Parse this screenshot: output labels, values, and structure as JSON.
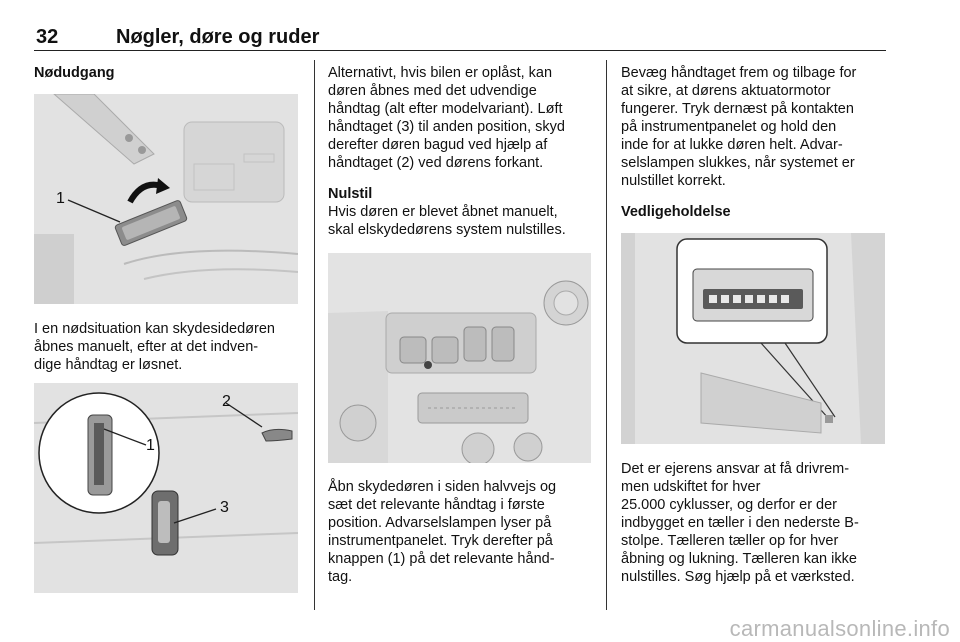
{
  "header": {
    "page_number": "32",
    "chapter_title": "Nøgler, døre og ruder"
  },
  "col1": {
    "heading": "Nødudgang",
    "fig1_callout": "1",
    "paragraph": [
      "I en nødsituation kan skydesidedøren",
      "åbnes manuelt, efter at det indven-",
      "dige håndtag er løsnet."
    ],
    "fig2_callouts": [
      "2",
      "1",
      "3"
    ]
  },
  "col2": {
    "paragraph1": [
      "Alternativt, hvis bilen er oplåst, kan",
      "døren åbnes med det udvendige",
      "håndtag (alt efter modelvariant). Løft",
      "håndtaget (3) til anden position, skyd",
      "derefter døren bagud ved hjælp af",
      "håndtaget (2) ved dørens forkant."
    ],
    "heading": "Nulstil",
    "paragraph2": [
      "Hvis døren er blevet åbnet manuelt,",
      "skal elskydedørens system nulstilles."
    ],
    "paragraph3": [
      "Åbn skydedøren i siden halvvejs og",
      "sæt det relevante håndtag i første",
      "position. Advarselslampen lyser på",
      "instrumentpanelet. Tryk derefter på",
      "knappen (1) på det relevante hånd-",
      "tag."
    ]
  },
  "col3": {
    "paragraph1": [
      "Bevæg håndtaget frem og tilbage for",
      "at sikre, at dørens aktuatormotor",
      "fungerer. Tryk dernæst på kontakten",
      "på instrumentpanelet og hold den",
      "inde for at lukke døren helt. Advar-",
      "selslampen slukkes, når systemet er",
      "nulstillet korrekt."
    ],
    "heading": "Vedligeholdelse",
    "paragraph2": [
      "Det er ejerens ansvar at få drivrem-",
      "men udskiftet for hver",
      "25.000 cyklusser, og derfor er der",
      "indbygget en tæller i den nederste B-",
      "stolpe. Tælleren tæller op for hver",
      "åbning og lukning. Tælleren kan ikke",
      "nulstilles. Søg hjælp på et værksted."
    ]
  },
  "footer": {
    "watermark": "carmanualsonline.info"
  }
}
